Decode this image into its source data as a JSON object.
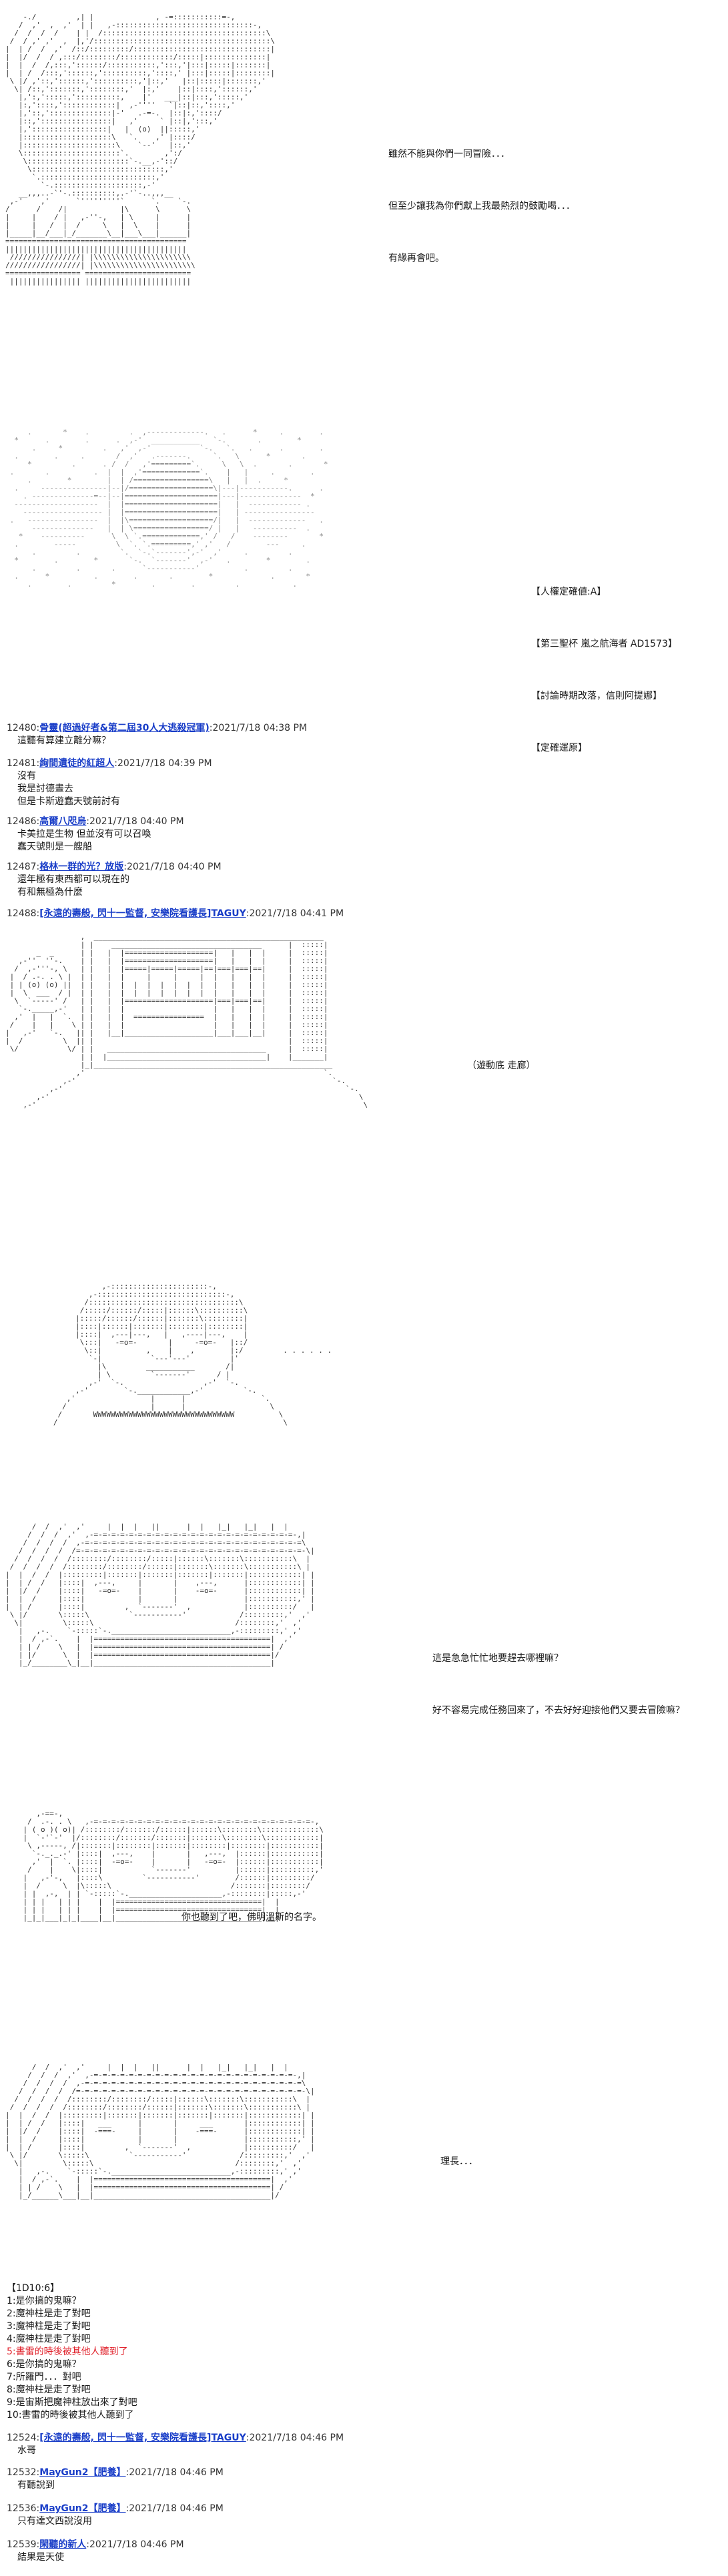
{
  "scene1": {
    "lines": [
      "雖然不能與你們一同冒險．．．",
      "但至少讓我為你們獻上我最熱烈的鼓勵喝．．．",
      "有緣再會吧。"
    ]
  },
  "scene2": {
    "info": [
      "【人權定確値:A】",
      "【第三聖杯 嵐之航海者 AD1573】",
      "【討論時期改落，信則阿提娜】",
      "【定確運原】"
    ]
  },
  "posts_a": [
    {
      "no": "12480:",
      "name": "骨靈(超過好者&第二屆30人大逃殺冠軍)",
      "date": ":2021/7/18 04:38 PM",
      "body": [
        "這聽有算建立離分嘛？"
      ]
    },
    {
      "no": "12481:",
      "name": "絢間遺徒的紅超人",
      "date": ":2021/7/18 04:39 PM",
      "body": [
        "沒有",
        "我是討德晝去",
        "但是卡斯遊蠢天號前討有"
      ]
    },
    {
      "no": "12486:",
      "name": "高爾八咫烏",
      "date": ":2021/7/18 04:40 PM",
      "body": [
        "卡美拉是生物 但並沒有可以召喚",
        "蠢天號則是一艘船"
      ]
    },
    {
      "no": "12487:",
      "name": "格林一群的光？放版",
      "date": ":2021/7/18 04:40 PM",
      "body": [
        "還年極有東西都可以現在的",
        "有和無極為什麼"
      ]
    },
    {
      "no": "12488:",
      "name": "[永遠的壽般, 閃十一監督, 安樂院看護長]TAGUY",
      "date": ":2021/7/18 04:41 PM",
      "body": []
    }
  ],
  "scene3": {
    "caption": "（遊動底 走廊）"
  },
  "scene5": {
    "lines": [
      "這是急急忙忙地要趕去哪裡嘛？",
      "好不容易完成任務回來了，不去好好迎接他們又要去冒險嘛？"
    ]
  },
  "scene6": {
    "line": "你也聽到了吧，佛明溫斯的名字。"
  },
  "scene7": {
    "line": "理長．．．"
  },
  "dice": {
    "header": "【1D10:6】",
    "items": [
      "1:是你搞的鬼嘛？",
      "2:魔神柱是走了對吧",
      "3:魔神柱是走了對吧",
      "4:魔神柱是走了對吧",
      "5:書雷的時後被其他人聽到了",
      "6:是你搞的鬼嘛？",
      "7:所羅門．．．對吧",
      "8:魔神柱是走了對吧",
      "9:是宙斯把魔神柱放出來了對吧",
      "10:書雷的時後被其他人聽到了"
    ],
    "highlight_index": 4
  },
  "posts_b": [
    {
      "no": "12524:",
      "name": "[永遠的壽般, 閃十一監督, 安樂院看護長]TAGUY",
      "date": ":2021/7/18 04:46 PM",
      "body": [
        "水哥"
      ]
    },
    {
      "no": "12532:",
      "name": "MayGun2【肥養】",
      "date": ":2021/7/18 04:46 PM",
      "body": [
        "有聽說到"
      ]
    },
    {
      "no": "12536:",
      "name": "MayGun2【肥養】",
      "date": ":2021/7/18 04:46 PM",
      "body": [
        "只有達文西說沒用"
      ]
    },
    {
      "no": "12539:",
      "name": "閑聽的新人",
      "date": ":2021/7/18 04:46 PM",
      "body": [
        "結果是天使"
      ]
    }
  ]
}
